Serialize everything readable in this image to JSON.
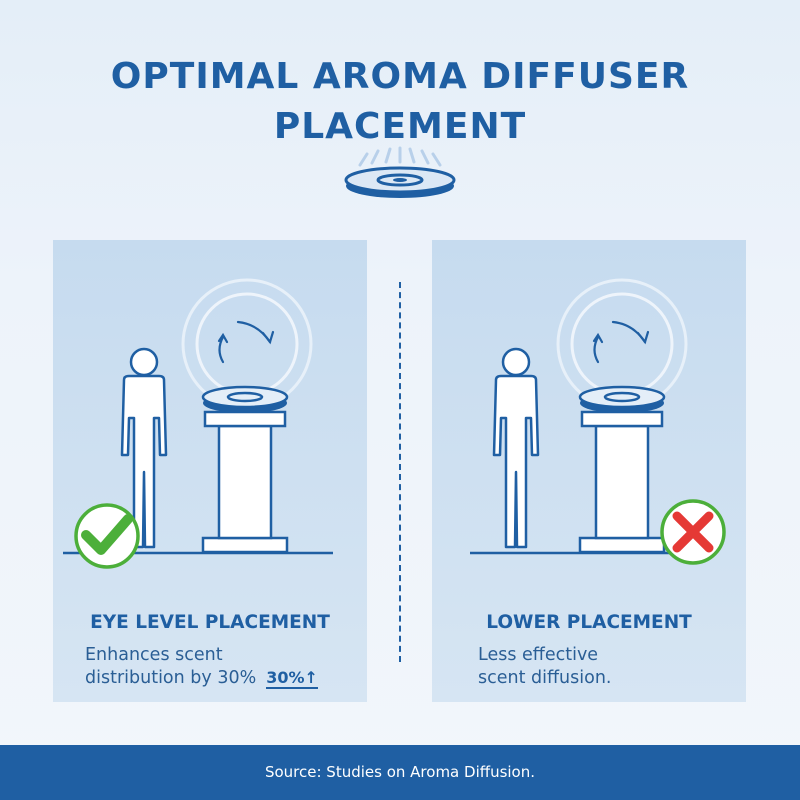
{
  "title": {
    "line1": "OPTIMAL AROMA DIFFUSER",
    "line2": "PLACEMENT"
  },
  "colors": {
    "accent": "#1f5fa3",
    "panel": "#cfe0f1",
    "good": "#4caf3a",
    "bad": "#e53935"
  },
  "panels": [
    {
      "heading": "EYE LEVEL PLACEMENT",
      "desc_line1": "Enhances scent",
      "desc_line2": "distribution by 30%",
      "stat_badge": "30%↑",
      "status_icon": "check-icon"
    },
    {
      "heading": "LOWER PLACEMENT",
      "desc_line1": "Less effective",
      "desc_line2": "scent diffusion.",
      "status_icon": "cross-icon"
    }
  ],
  "footer": {
    "source": "Source: Studies on Aroma Diffusion."
  }
}
